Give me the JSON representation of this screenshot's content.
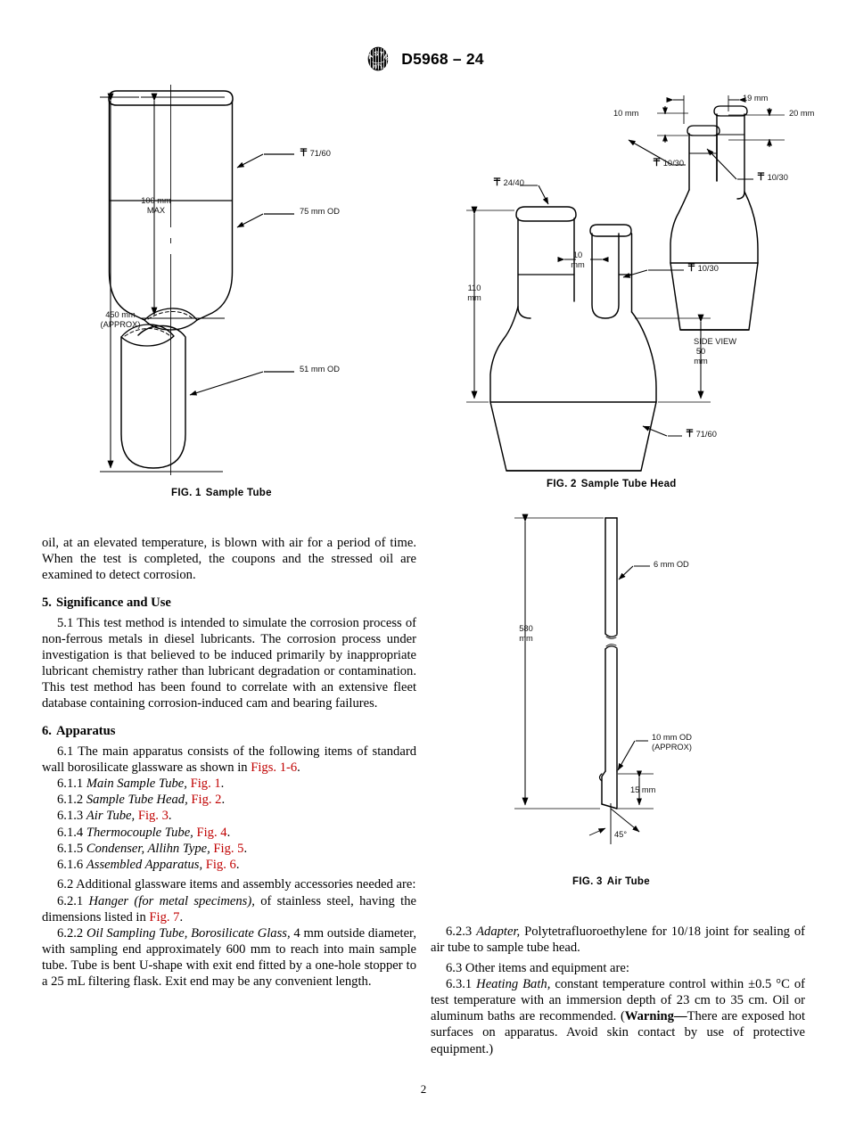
{
  "header": {
    "logo_icon": "astm-logo-icon",
    "designation": "D5968 – 24"
  },
  "page_number": "2",
  "figures": [
    {
      "id": "fig1",
      "caption_num": "FIG. 1",
      "caption_title": "Sample Tube",
      "labels": {
        "joint_top": "71/60",
        "od_upper": "75 mm OD",
        "od_lower": "51 mm OD",
        "dim_100_l1": "100 mm",
        "dim_100_l2": "MAX",
        "dim_450_l1": "450 mm",
        "dim_450_l2": "(APPROX)"
      }
    },
    {
      "id": "fig2",
      "caption_num": "FIG. 2",
      "caption_title": "Sample Tube Head",
      "labels": {
        "joint_24_40": "24/40",
        "joint_10_30_a": "10/30",
        "joint_10_30_b": "10/30",
        "joint_10_30_c": "10/30",
        "joint_71_60": "71/60",
        "dim_10_l1": "10",
        "dim_10_l2": "mm",
        "dim_110_l1": "110",
        "dim_110_l2": "mm",
        "dim_50_l1": "50",
        "dim_50_l2": "mm",
        "dim_19": "19 mm",
        "dim_20": "20 mm",
        "dim_10_side": "10 mm",
        "side_view": "SIDE VIEW"
      }
    },
    {
      "id": "fig3",
      "caption_num": "FIG. 3",
      "caption_title": "Air Tube",
      "labels": {
        "od_6": "6 mm OD",
        "od_10_l1": "10 mm OD",
        "od_10_l2": "(APPROX)",
        "dim_580_l1": "580",
        "dim_580_l2": "mm",
        "dim_15": "15 mm",
        "angle_45": "45°"
      }
    }
  ],
  "body": {
    "continued_paragraph": "oil, at an elevated temperature, is blown with air for a period of time. When the test is completed, the coupons and the stressed oil are examined to detect corrosion.",
    "section5": {
      "number": "5.",
      "title": "Significance and Use",
      "p51_num": "5.1",
      "p51_text": "This test method is intended to simulate the corrosion process of non-ferrous metals in diesel lubricants. The corrosion process under investigation is that believed to be induced primarily by inappropriate lubricant chemistry rather than lubricant degradation or contamination. This test method has been found to correlate with an extensive fleet database containing corrosion-induced cam and bearing failures."
    },
    "section6": {
      "number": "6.",
      "title": "Apparatus",
      "p61_num": "6.1",
      "p61_text_a": "The main apparatus consists of the following items of standard wall borosilicate glassware as shown in",
      "p61_xref": "Figs. 1-6",
      "p61_text_b": ".",
      "items": [
        {
          "num": "6.1.1",
          "name": "Main Sample Tube,",
          "xref": "Fig. 1",
          "tail": "."
        },
        {
          "num": "6.1.2",
          "name": "Sample Tube Head,",
          "xref": "Fig. 2",
          "tail": "."
        },
        {
          "num": "6.1.3",
          "name": "Air Tube,",
          "xref": "Fig. 3",
          "tail": "."
        },
        {
          "num": "6.1.4",
          "name": "Thermocouple Tube,",
          "xref": "Fig. 4",
          "tail": "."
        },
        {
          "num": "6.1.5",
          "name": "Condenser, Allihn Type,",
          "xref": "Fig. 5",
          "tail": "."
        },
        {
          "num": "6.1.6",
          "name": "Assembled Apparatus,",
          "xref": "Fig. 6",
          "tail": "."
        }
      ],
      "p62_num": "6.2",
      "p62_text": "Additional glassware items and assembly accessories needed are:",
      "p621_num": "6.2.1",
      "p621_italic": "Hanger (for metal specimens),",
      "p621_text_a": "of stainless steel, having the dimensions listed in",
      "p621_xref": "Fig. 7",
      "p621_text_b": ".",
      "p622_num": "6.2.2",
      "p622_italic": "Oil Sampling Tube, Borosilicate Glass,",
      "p622_text": "4 mm outside diameter, with sampling end approximately 600 mm to reach into main sample tube. Tube is bent U-shape with exit end fitted by a one-hole stopper to a 25 mL filtering flask. Exit end may be any convenient length.",
      "p623_num": "6.2.3",
      "p623_italic": "Adapter,",
      "p623_text": "Polytetrafluoroethylene for 10/18 joint for sealing of air tube to sample tube head.",
      "p63_num": "6.3",
      "p63_text": "Other items and equipment are:",
      "p631_num": "6.3.1",
      "p631_italic": "Heating Bath,",
      "p631_text_a": "constant temperature control within ±0.5 °C of test temperature with an immersion depth of 23 cm to 35 cm. Oil or aluminum baths are recommended. (",
      "p631_warning": "Warning—",
      "p631_text_b": "There are exposed hot surfaces on apparatus. Avoid skin contact by use of protective equipment.)"
    }
  },
  "colors": {
    "xref_red": "#c00000",
    "ink": "#000000"
  }
}
